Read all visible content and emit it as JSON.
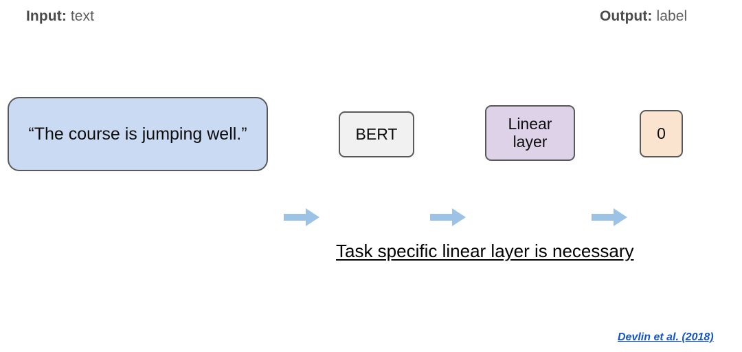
{
  "slide": {
    "background": "#ffffff",
    "title_labels": {
      "input": {
        "key": "Input",
        "separator": ": ",
        "value": "text"
      },
      "output": {
        "key": "Output",
        "separator": ": ",
        "value": "label"
      }
    },
    "pipeline": {
      "nodes": [
        {
          "id": "input-sentence",
          "text": "“The course is jumping well.”",
          "fill": "#c9daf2",
          "border": "#595959",
          "shape": "rounded-rect"
        },
        {
          "id": "bert",
          "text": "BERT",
          "fill": "#f1f1f1",
          "border": "#595959",
          "shape": "rounded-rect"
        },
        {
          "id": "linear-layer",
          "line1": "Linear",
          "line2": "layer",
          "text": "Linear layer",
          "fill": "#ddd2e8",
          "border": "#595959",
          "shape": "rounded-rect"
        },
        {
          "id": "output-label",
          "text": "0",
          "fill": "#fbe4cf",
          "border": "#595959",
          "shape": "rounded-rect"
        }
      ],
      "arrows": [
        {
          "id": "arrow-input-to-bert",
          "direction": "right",
          "color": "#9cc3e5"
        },
        {
          "id": "arrow-bert-to-linear",
          "direction": "right",
          "color": "#9cc3e5"
        },
        {
          "id": "arrow-linear-to-output",
          "direction": "right",
          "color": "#9cc3e5"
        }
      ]
    },
    "caption": {
      "text": "Task specific linear layer is necessary",
      "color": "#000000",
      "underlined": true
    },
    "citation": {
      "text": "Devlin et al. (2018)",
      "color": "#1155cc",
      "underlined": true,
      "italic": true,
      "bold": true
    }
  }
}
